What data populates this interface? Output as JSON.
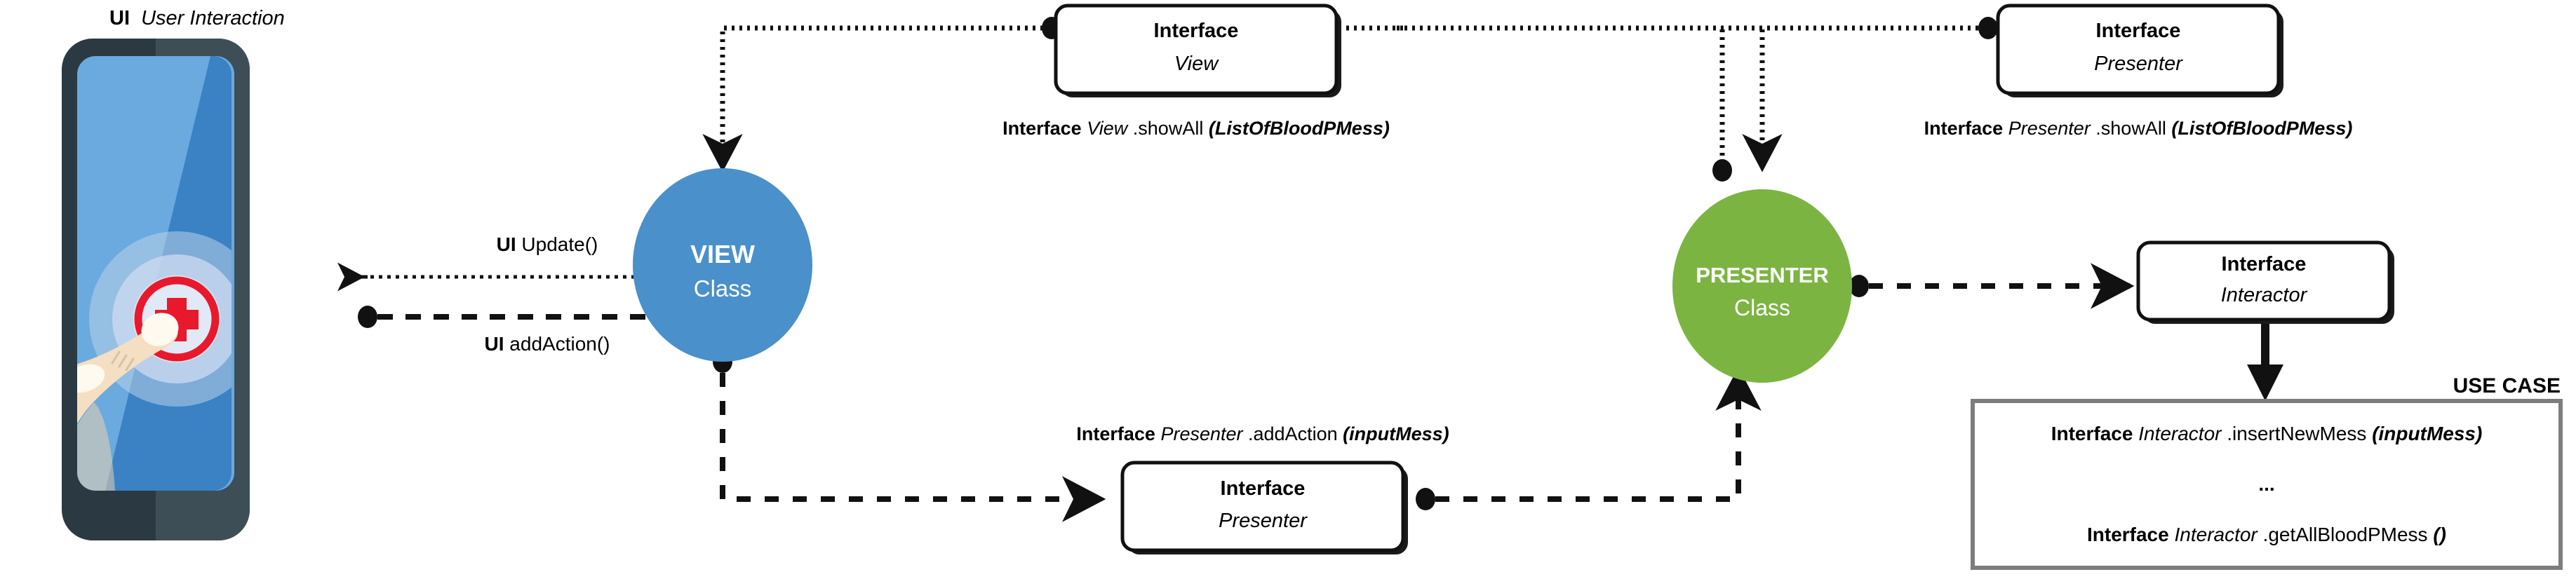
{
  "diagram": {
    "title_label_bold": "UI",
    "title_label_italic": "User Interaction"
  },
  "phone": {
    "name": "smartphone-illustration",
    "body_color": "#2b3a42",
    "body_shadow_color": "#46565e",
    "screen_top_color": "#6aaade",
    "screen_accent_color": "#3a82c4",
    "button_ring_color": "#e8192c",
    "button_cross_color": "#e8192c",
    "hand_color": "#f5dfc2",
    "halo_color": "#b9cfea"
  },
  "nodes": {
    "view_circle": {
      "title": "VIEW",
      "subtitle": "Class",
      "color": "#4a90ca",
      "text_color": "#ffffff"
    },
    "presenter_circle": {
      "title": "PRESENTER",
      "subtitle": "Class",
      "color": "#7cb442",
      "text_color": "#ffffff"
    },
    "interface_view_box": {
      "title": "Interface",
      "subtitle": "View"
    },
    "interface_presenter_box_top": {
      "title": "Interface",
      "subtitle": "Presenter"
    },
    "interface_presenter_box_bottom": {
      "title": "Interface",
      "subtitle": "Presenter"
    },
    "interface_interactor_box": {
      "title": "Interface",
      "subtitle": "Interactor"
    },
    "use_case_box": {
      "label": "USE CASE",
      "lines": [
        {
          "bold": "Interface",
          "italic": "Interactor",
          "plain": ".insertNewMess",
          "bolditalic": "(inputMess)"
        },
        {
          "bold": "",
          "italic": "",
          "plain": "",
          "bolditalic": "",
          "ellipsis": "..."
        },
        {
          "bold": "Interface",
          "italic": "Interactor",
          "plain": ".getAllBloodPMess",
          "bolditalic": "()"
        }
      ]
    }
  },
  "edge_labels": {
    "ui_update": {
      "bold": "UI",
      "plain": " Update()"
    },
    "ui_add_action": {
      "bold": "UI",
      "plain": " addAction()"
    },
    "interface_view_showall": {
      "bold": "Interface",
      "italic": "View",
      "plain": ".showAll",
      "bolditalic": "(ListOfBloodPMess)"
    },
    "interface_presenter_showall": {
      "bold": "Interface",
      "italic": "Presenter",
      "plain": ".showAll",
      "bolditalic": "(ListOfBloodPMess)"
    },
    "interface_presenter_addaction": {
      "bold": "Interface",
      "italic": "Presenter",
      "plain": ".addAction",
      "bolditalic": "(inputMess)"
    }
  }
}
